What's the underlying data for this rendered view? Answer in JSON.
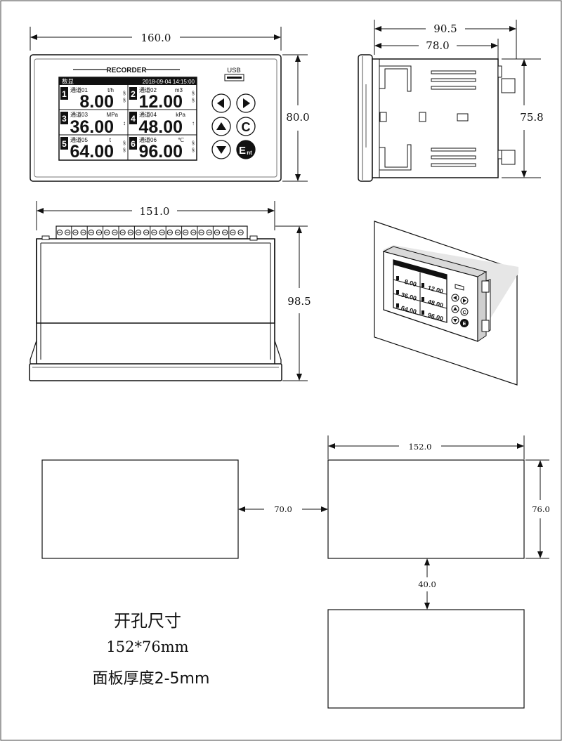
{
  "dimensions": {
    "front_width": "160.0",
    "front_height": "80.0",
    "side_depth_total": "90.5",
    "side_depth_body": "78.0",
    "side_height": "75.8",
    "top_width": "151.0",
    "top_depth": "98.5",
    "cutout_gap_horizontal": "70.0",
    "cutout_width": "152.0",
    "cutout_height": "76.0",
    "cutout_gap_vertical": "40.0"
  },
  "device": {
    "brand_label": "RECORDER",
    "usb_label": "USB",
    "status_left": "数显",
    "status_datetime": "2018-09-04 14:15:00",
    "channels": [
      {
        "num": "1",
        "name": "通道01",
        "unit": "t/h",
        "value": "8.00"
      },
      {
        "num": "2",
        "name": "通道02",
        "unit": "m3",
        "value": "12.00"
      },
      {
        "num": "3",
        "name": "通道03",
        "unit": "MPa",
        "value": "36.00"
      },
      {
        "num": "4",
        "name": "通道04",
        "unit": "kPa",
        "value": "48.00"
      },
      {
        "num": "5",
        "name": "通道05",
        "unit": "t",
        "value": "64.00"
      },
      {
        "num": "6",
        "name": "通道06",
        "unit": "℃",
        "value": "96.00"
      }
    ],
    "buttons": {
      "left": "◀",
      "right": "▶",
      "up": "▲",
      "c": "C",
      "down": "▼",
      "ent_main": "E",
      "ent_sub": "nt"
    }
  },
  "notes": {
    "title": "开孔尺寸",
    "cutout_size": "152*76mm",
    "panel_thickness": "面板厚度2-5mm"
  }
}
